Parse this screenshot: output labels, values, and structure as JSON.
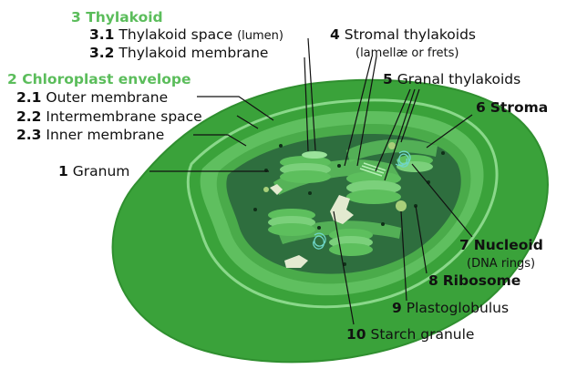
{
  "labels": {
    "thylakoid": {
      "num": "3",
      "text": "Thylakoid"
    },
    "thylakoid_space": {
      "num": "3.1",
      "text": "Thylakoid space",
      "note": "(lumen)"
    },
    "thylakoid_membrane": {
      "num": "3.2",
      "text": "Thylakoid membrane"
    },
    "stromal_thylakoids": {
      "num": "4",
      "text": "Stromal thylakoids",
      "note": "(lamellæ or frets)"
    },
    "envelope": {
      "num": "2",
      "text": "Chloroplast envelope"
    },
    "outer_membrane": {
      "num": "2.1",
      "text": "Outer membrane"
    },
    "intermembrane_space": {
      "num": "2.2",
      "text": "Intermembrane space"
    },
    "inner_membrane": {
      "num": "2.3",
      "text": "Inner membrane"
    },
    "granal_thylakoids": {
      "num": "5",
      "text": "Granal thylakoids"
    },
    "stroma": {
      "num": "6",
      "text": "Stroma"
    },
    "granum": {
      "num": "1",
      "text": "Granum"
    },
    "nucleoid": {
      "num": "7",
      "text": "Nucleoid",
      "note": "(DNA rings)"
    },
    "ribosome": {
      "num": "8",
      "text": "Ribosome"
    },
    "plastoglobulus": {
      "num": "9",
      "text": "Plastoglobulus"
    },
    "starch_granule": {
      "num": "10",
      "text": "Starch granule"
    }
  },
  "colors": {
    "outer": "#3aa23a",
    "intermembrane": "#5fbf5f",
    "inner_rim": "#4aab4a",
    "stroma": "#2e6e3e",
    "grana": "#5dbf5d",
    "grana_light": "#7bd07b",
    "label_green": "#5bbd5b",
    "starch": "#e3ead0",
    "nucleoid": "#6fd6c8",
    "plastoglobulus": "#a8cf7a"
  }
}
